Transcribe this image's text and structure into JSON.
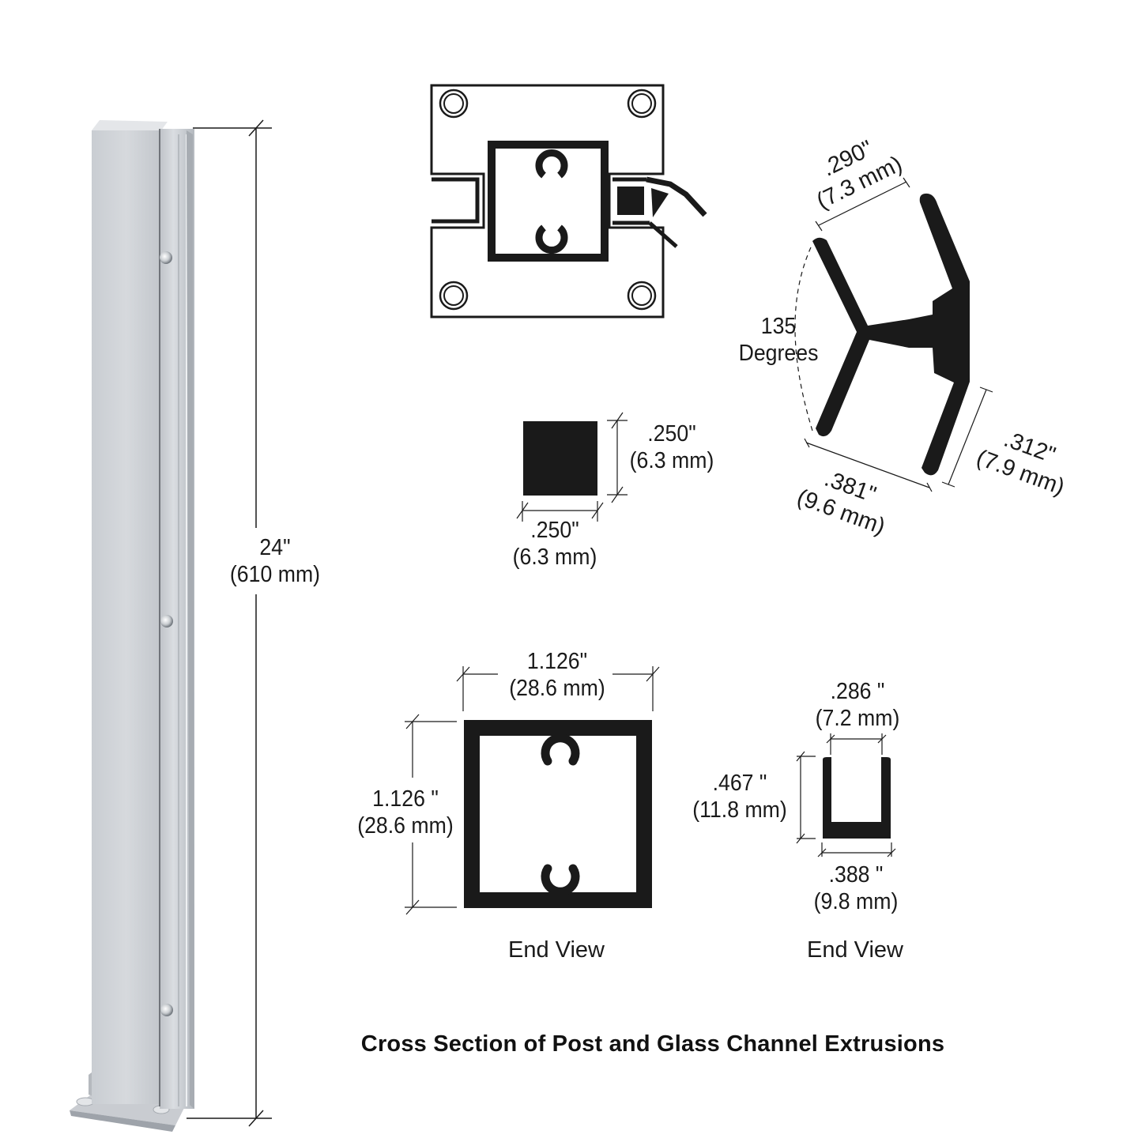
{
  "caption": "Cross Section of Post and Glass Channel Extrusions",
  "colors": {
    "ink": "#1a1a1a",
    "post_light": "#d9dce0",
    "post_mid": "#c5c9ce",
    "post_dark": "#a9aeb4",
    "background": "#ffffff"
  },
  "post": {
    "name": "post-with-base-plate",
    "height": {
      "imperial": "24\"",
      "metric": "(610 mm)"
    },
    "screws": 3
  },
  "top_view": {
    "name": "base-plate-top-view",
    "mounting_holes": 4
  },
  "angle_gasket": {
    "name": "135-degree-gasket-profile",
    "angle": {
      "value": "135",
      "unit": "Degrees"
    },
    "dim_top": {
      "imperial": ".290\"",
      "metric": "(7.3 mm)"
    },
    "dim_bottom": {
      "imperial": ".381\"",
      "metric": "(9.6 mm)"
    },
    "dim_right": {
      "imperial": ".312\"",
      "metric": "(7.9 mm)"
    }
  },
  "square_insert": {
    "name": "square-insert-profile",
    "height": {
      "imperial": ".250\"",
      "metric": "(6.3 mm)"
    },
    "width": {
      "imperial": ".250\"",
      "metric": "(6.3 mm)"
    }
  },
  "post_section": {
    "name": "post-end-view",
    "width": {
      "imperial": "1.126\"",
      "metric": "(28.6 mm)"
    },
    "height": {
      "imperial": "1.126 \"",
      "metric": "(28.6 mm)"
    },
    "label": "End View"
  },
  "channel_section": {
    "name": "glass-channel-end-view",
    "inner_width": {
      "imperial": ".286 \"",
      "metric": "(7.2 mm)"
    },
    "height": {
      "imperial": ".467 \"",
      "metric": "(11.8 mm)"
    },
    "outer_width": {
      "imperial": ".388 \"",
      "metric": "(9.8 mm)"
    },
    "label": "End View"
  }
}
